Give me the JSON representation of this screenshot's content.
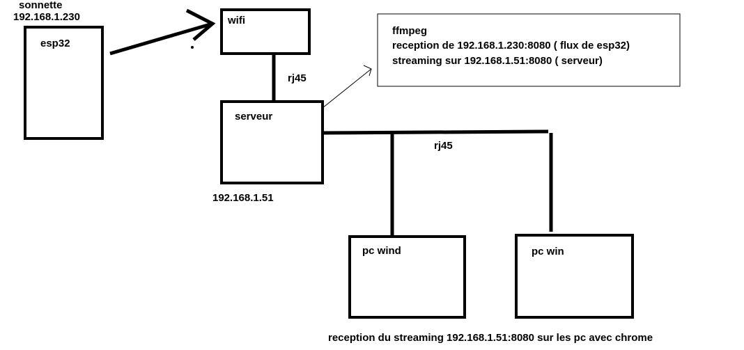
{
  "doorbell": {
    "name": "sonnette",
    "ip": "192.168.1.230"
  },
  "esp32": {
    "label": "esp32"
  },
  "wifi": {
    "label": "wifi"
  },
  "link_wifi_server": {
    "label": "rj45"
  },
  "server": {
    "label": "serveur",
    "ip": "192.168.1.51"
  },
  "note": {
    "line1": "ffmpeg",
    "line2": "reception de 192.168.1.230:8080 ( flux de esp32)",
    "line3": "streaming sur 192.168.1.51:8080 ( serveur)"
  },
  "link_server_pcs": {
    "label": "rj45"
  },
  "pc1": {
    "label": "pc wind"
  },
  "pc2": {
    "label": "pc win"
  },
  "footer": {
    "caption": "reception du streaming 192.168.1.51:8080 sur les pc avec chrome"
  },
  "colors": {
    "stroke": "#000000",
    "background": "#ffffff"
  }
}
